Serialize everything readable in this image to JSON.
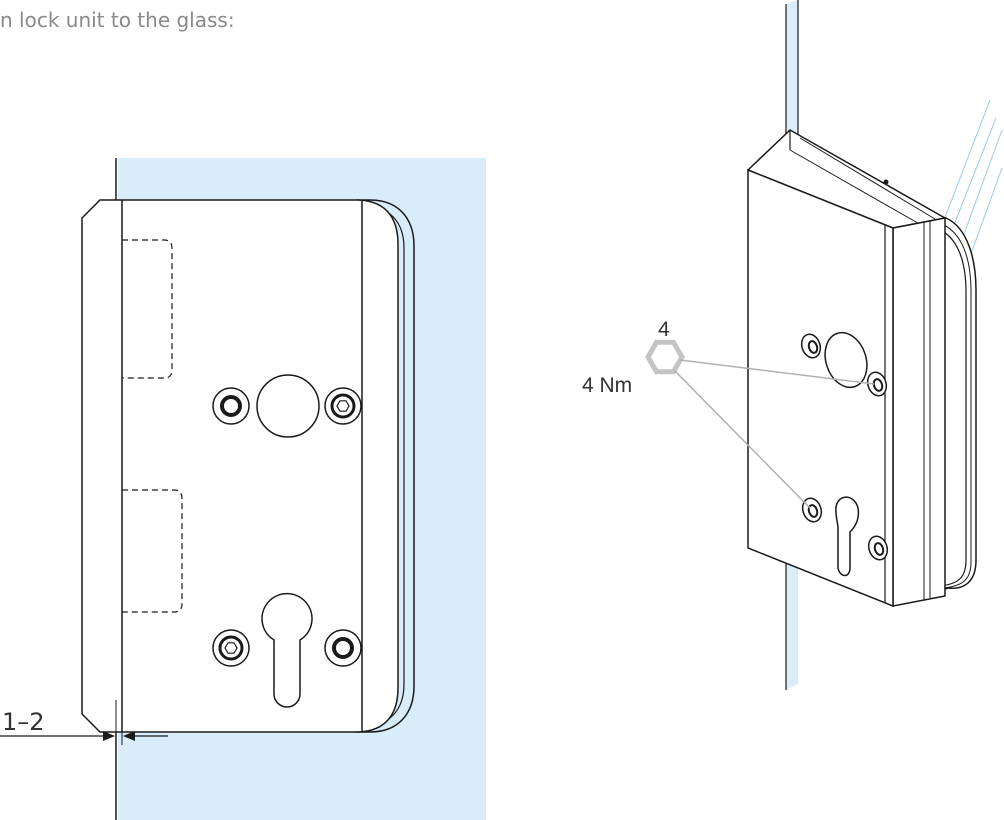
{
  "instruction_text": "n lock unit to the glass:",
  "front_view": {
    "gap_dimension": "1–2"
  },
  "iso_view": {
    "hex_key_size": "4",
    "torque": "4 Nm"
  },
  "colors": {
    "glass": "#d8ecf9",
    "line": "#1a1a1a",
    "leader": "#b0b0b0"
  }
}
